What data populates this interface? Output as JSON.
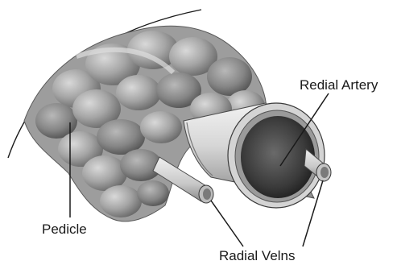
{
  "labels": {
    "artery": "Redial Artery",
    "pedicle": "Pedicle",
    "veins": "Radial Velns"
  },
  "colors": {
    "tissue_light": "#c9c9c9",
    "tissue_mid": "#9a9a9a",
    "tissue_dark": "#5e5e5e",
    "vessel_wall": "#d8d8d8",
    "lumen": "#3a3a3a",
    "line": "#1a1a1a"
  }
}
